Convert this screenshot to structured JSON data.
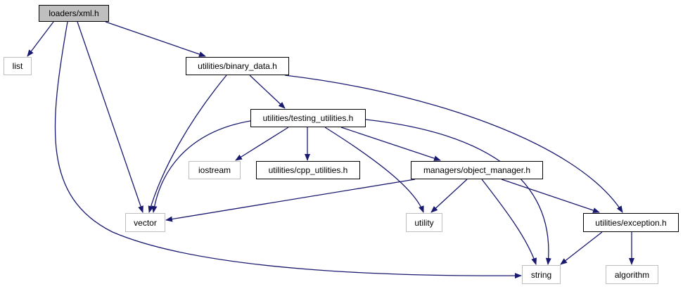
{
  "colors": {
    "edge": "#191970",
    "root_fill": "#bfbfbf",
    "system_border": "#bfbfbf",
    "local_border": "#000000"
  },
  "nodes": {
    "loaders_xml": "loaders/xml.h",
    "list": "list",
    "binary_data": "utilities/binary_data.h",
    "testing_utilities": "utilities/testing_utilities.h",
    "iostream": "iostream",
    "cpp_utilities": "utilities/cpp_utilities.h",
    "object_manager": "managers/object_manager.h",
    "vector": "vector",
    "utility": "utility",
    "exception": "utilities/exception.h",
    "string": "string",
    "algorithm": "algorithm"
  },
  "edges": [
    [
      "loaders_xml",
      "list"
    ],
    [
      "loaders_xml",
      "binary_data"
    ],
    [
      "loaders_xml",
      "vector"
    ],
    [
      "loaders_xml",
      "string"
    ],
    [
      "binary_data",
      "testing_utilities"
    ],
    [
      "binary_data",
      "vector"
    ],
    [
      "binary_data",
      "exception"
    ],
    [
      "testing_utilities",
      "vector"
    ],
    [
      "testing_utilities",
      "iostream"
    ],
    [
      "testing_utilities",
      "cpp_utilities"
    ],
    [
      "testing_utilities",
      "object_manager"
    ],
    [
      "testing_utilities",
      "utility"
    ],
    [
      "testing_utilities",
      "string"
    ],
    [
      "object_manager",
      "vector"
    ],
    [
      "object_manager",
      "utility"
    ],
    [
      "object_manager",
      "string"
    ],
    [
      "object_manager",
      "exception"
    ],
    [
      "exception",
      "string"
    ],
    [
      "exception",
      "algorithm"
    ]
  ]
}
